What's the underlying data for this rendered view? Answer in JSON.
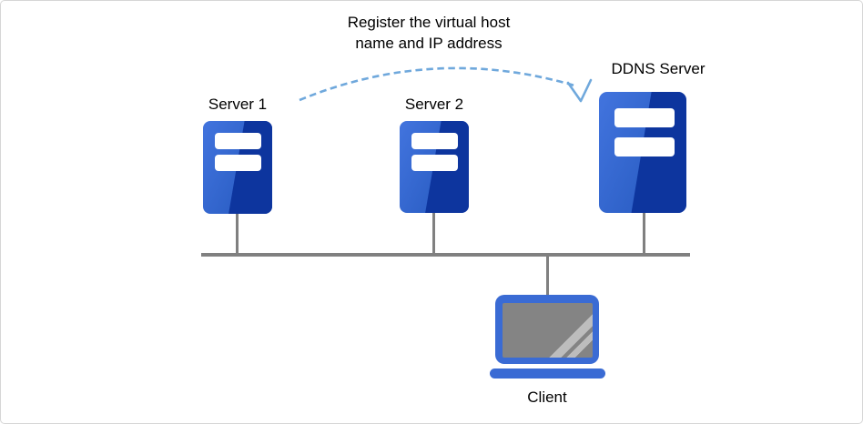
{
  "colors": {
    "server_light": "#2F62C9",
    "server_lighter": "#4274DE",
    "server_dark": "#0D359E",
    "laptop_blue": "#3A6BD4",
    "line_gray": "#808080",
    "screen_gray": "#848484",
    "screen_stripe": "#BDBDBD",
    "arrow_blue": "#6FA8DC",
    "canvas_border": "#D6D6D6",
    "text": "#000000",
    "slot_white": "#FFFFFF"
  },
  "arrow": {
    "from": "server1",
    "to": "ddns_server",
    "style": "dashed-curve",
    "annotation_line1": "Register the virtual host",
    "annotation_line2": "name and IP address"
  },
  "nodes": {
    "server1": {
      "label": "Server 1",
      "type": "server"
    },
    "server2": {
      "label": "Server 2",
      "type": "server"
    },
    "ddns_server": {
      "label": "DDNS Server",
      "type": "server"
    },
    "client": {
      "label": "Client",
      "type": "laptop"
    }
  },
  "bus": {
    "connects": [
      "server1",
      "server2",
      "ddns_server",
      "client"
    ]
  }
}
